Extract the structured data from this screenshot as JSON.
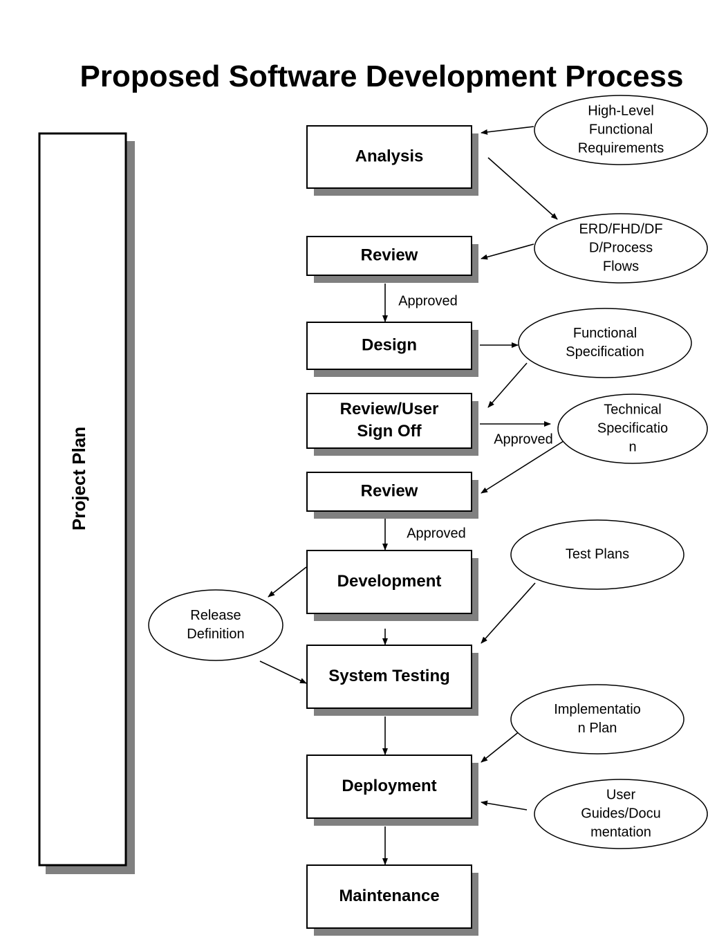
{
  "title": "Proposed Software Development Process",
  "project_plan": "Project Plan",
  "steps": [
    {
      "id": "analysis",
      "lines": [
        "Analysis"
      ]
    },
    {
      "id": "review-1",
      "lines": [
        "Review"
      ]
    },
    {
      "id": "design",
      "lines": [
        "Design"
      ]
    },
    {
      "id": "review-user-sign-off",
      "lines": [
        "Review/User",
        "Sign Off"
      ]
    },
    {
      "id": "review-2",
      "lines": [
        "Review"
      ]
    },
    {
      "id": "development",
      "lines": [
        "Development"
      ]
    },
    {
      "id": "system-testing",
      "lines": [
        "System Testing"
      ]
    },
    {
      "id": "deployment",
      "lines": [
        "Deployment"
      ]
    },
    {
      "id": "maintenance",
      "lines": [
        "Maintenance"
      ]
    }
  ],
  "artifacts": [
    {
      "id": "high-level-functional-requirements",
      "lines": [
        "High-Level",
        "Functional",
        "Requirements"
      ]
    },
    {
      "id": "erd-fhd-dfd-process-flows",
      "lines": [
        "ERD/FHD/DF",
        "D/Process",
        "Flows"
      ]
    },
    {
      "id": "functional-specification",
      "lines": [
        "Functional",
        "Specification"
      ]
    },
    {
      "id": "technical-specification",
      "lines": [
        "Technical",
        "Specificatio",
        "n"
      ]
    },
    {
      "id": "test-plans",
      "lines": [
        "Test Plans"
      ]
    },
    {
      "id": "release-definition",
      "lines": [
        "Release",
        "Definition"
      ]
    },
    {
      "id": "implementation-plan",
      "lines": [
        "Implementatio",
        "n Plan"
      ]
    },
    {
      "id": "user-guides-documentation",
      "lines": [
        "User",
        "Guides/Docu",
        "mentation"
      ]
    }
  ],
  "labels": [
    {
      "id": "approved-1",
      "text": "Approved"
    },
    {
      "id": "approved-2",
      "text": "Approved"
    },
    {
      "id": "approved-3",
      "text": "Approved"
    }
  ]
}
